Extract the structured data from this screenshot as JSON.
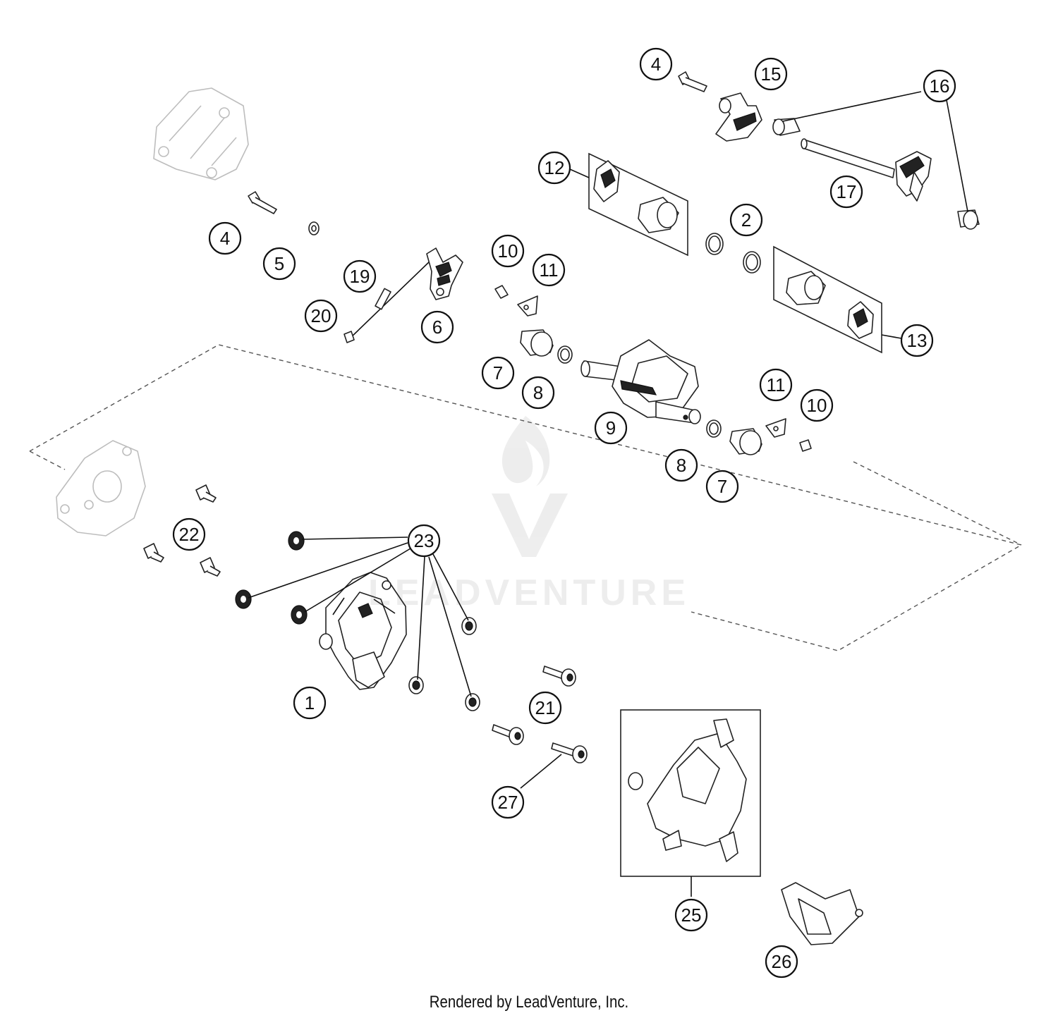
{
  "callouts": [
    {
      "id": "c4a",
      "label": "4"
    },
    {
      "id": "c15",
      "label": "15"
    },
    {
      "id": "c16",
      "label": "16"
    },
    {
      "id": "c12",
      "label": "12"
    },
    {
      "id": "c17",
      "label": "17"
    },
    {
      "id": "c2",
      "label": "2"
    },
    {
      "id": "c4b",
      "label": "4"
    },
    {
      "id": "c5",
      "label": "5"
    },
    {
      "id": "c19",
      "label": "19"
    },
    {
      "id": "c20",
      "label": "20"
    },
    {
      "id": "c6",
      "label": "6"
    },
    {
      "id": "c10a",
      "label": "10"
    },
    {
      "id": "c11a",
      "label": "11"
    },
    {
      "id": "c13",
      "label": "13"
    },
    {
      "id": "c7a",
      "label": "7"
    },
    {
      "id": "c8a",
      "label": "8"
    },
    {
      "id": "c9",
      "label": "9"
    },
    {
      "id": "c11b",
      "label": "11"
    },
    {
      "id": "c10b",
      "label": "10"
    },
    {
      "id": "c8b",
      "label": "8"
    },
    {
      "id": "c7b",
      "label": "7"
    },
    {
      "id": "c22",
      "label": "22"
    },
    {
      "id": "c23",
      "label": "23"
    },
    {
      "id": "c1",
      "label": "1"
    },
    {
      "id": "c21",
      "label": "21"
    },
    {
      "id": "c27",
      "label": "27"
    },
    {
      "id": "c25",
      "label": "25"
    },
    {
      "id": "c26",
      "label": "26"
    }
  ],
  "watermark": {
    "text": "LEADVENTURE"
  },
  "footer": {
    "text": "Rendered by LeadVenture, Inc."
  }
}
